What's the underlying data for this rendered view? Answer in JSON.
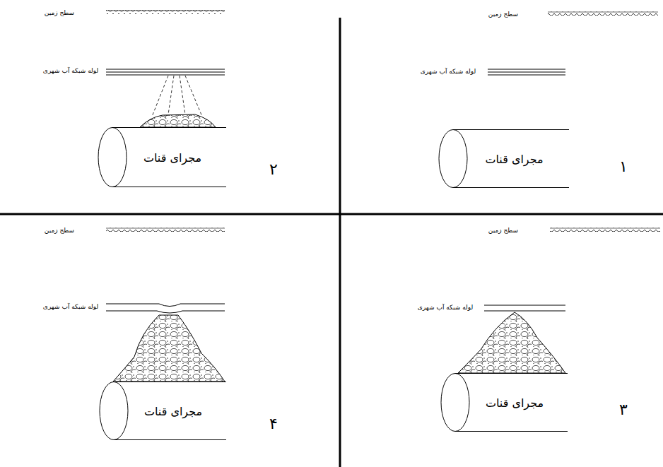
{
  "diagram": {
    "nodes": [
      {
        "text": [
          "مجرای قنات"
        ]
      },
      {
        "text": [
          "مجرای قنات"
        ]
      },
      {
        "text": [
          "مجرای قنات"
        ]
      },
      {
        "text": [
          "مجرای قنات"
        ]
      }
    ],
    "labels": [
      "سطح زمین",
      "لوله شبکه آب شهری",
      "۱",
      "سطح زمین",
      "لوله شبکه آب شهری",
      "۲",
      "سطح زمین",
      "لوله شبکه آب شهری",
      "۳",
      "سطح زمین",
      "لوله شبکه آب شهری",
      "۴"
    ]
  }
}
